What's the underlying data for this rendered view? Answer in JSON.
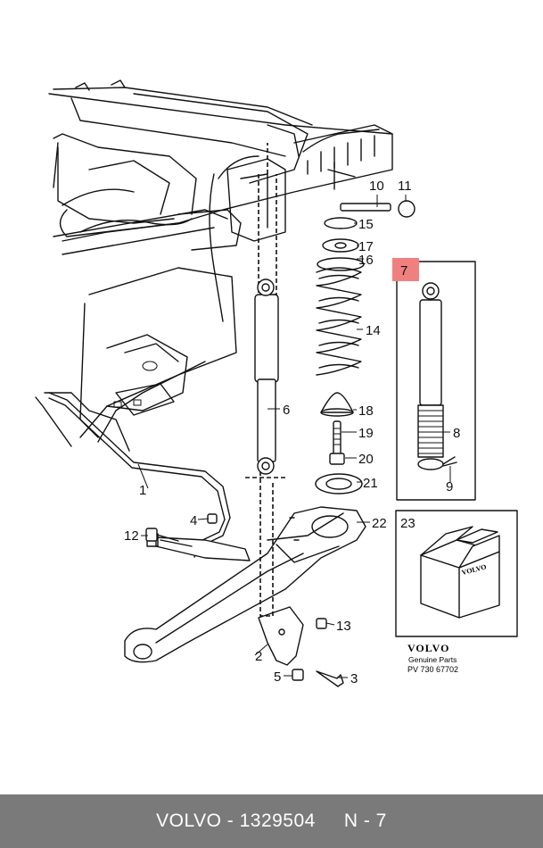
{
  "footer": {
    "part_text": "VOLVO - 1329504",
    "ref_text": "N - 7"
  },
  "highlight_color": "#f08080",
  "callouts": {
    "c1": "1",
    "c2": "2",
    "c3": "3",
    "c4": "4",
    "c5": "5",
    "c6": "6",
    "c7": "7",
    "c8": "8",
    "c9": "9",
    "c10": "10",
    "c11": "11",
    "c12": "12",
    "c13": "13",
    "c14": "14",
    "c15": "15",
    "c16": "16",
    "c17": "17",
    "c18": "18",
    "c19": "19",
    "c20": "20",
    "c21": "21",
    "c22": "22",
    "c23": "23"
  },
  "box_logo": "VOLVO",
  "genuine": {
    "brand": "VOLVO",
    "line": "Genuine Parts",
    "code": "PV 730 67702"
  }
}
